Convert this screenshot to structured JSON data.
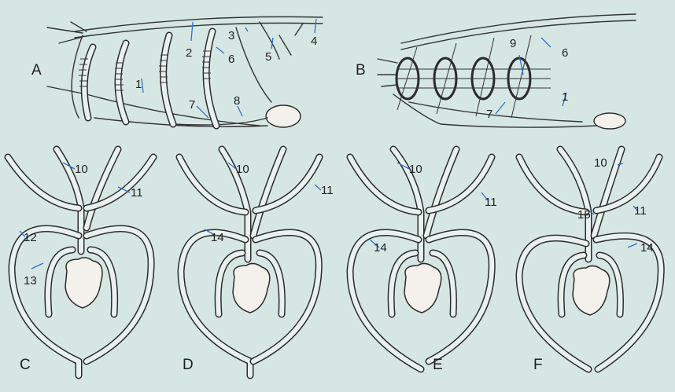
{
  "panels": {
    "a": "A",
    "b": "B",
    "c": "C",
    "d": "D",
    "e": "E",
    "f": "F"
  },
  "labels": {
    "a1": "1",
    "a2": "2",
    "a3": "3",
    "a4": "4",
    "a5": "5",
    "a6": "6",
    "a7": "7",
    "a8": "8",
    "b1": "1",
    "b6": "6",
    "b7": "7",
    "b9": "9",
    "c10": "10",
    "c11": "11",
    "c12": "12",
    "c13": "13",
    "d10": "10",
    "d11": "11",
    "d14": "14",
    "e10": "10",
    "e11": "11",
    "e14": "14",
    "f10": "10",
    "f11": "11",
    "f14": "14",
    "f15": "15"
  },
  "colors": {
    "background": "#d6e7e3",
    "vessel": "#2b2b2b",
    "leader": "#2f6fd0"
  }
}
